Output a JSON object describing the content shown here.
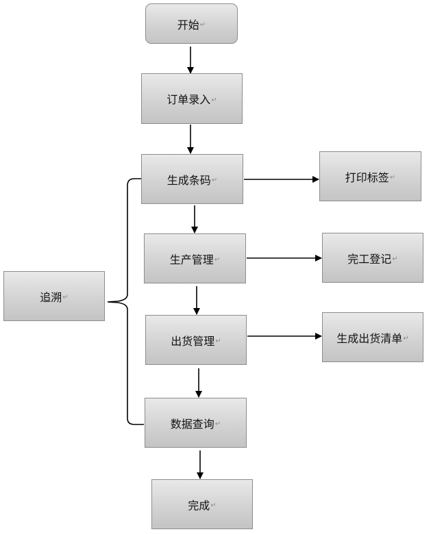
{
  "diagram": {
    "para_mark": "↵",
    "nodes": {
      "start": "开始",
      "order_entry": "订单录入",
      "generate_barcode": "生成条码",
      "print_label": "打印标签",
      "production_management": "生产管理",
      "completion_register": "完工登记",
      "shipment_management": "出货管理",
      "generate_shipment_list": "生成出货清单",
      "data_query": "数据查询",
      "finish": "完成",
      "traceability": "追溯"
    }
  }
}
